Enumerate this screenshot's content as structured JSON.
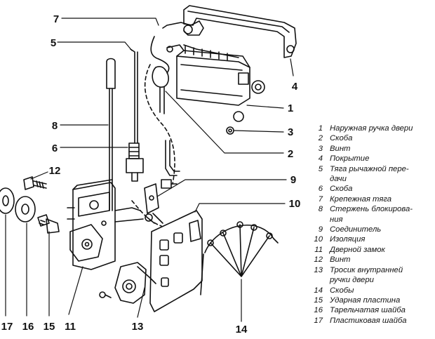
{
  "callouts": [
    "1",
    "2",
    "3",
    "4",
    "5",
    "6",
    "7",
    "8",
    "9",
    "10",
    "11",
    "12",
    "13",
    "14",
    "15",
    "16",
    "17"
  ],
  "legend": [
    {
      "num": "1",
      "lines": [
        "Наружная ручка двери"
      ]
    },
    {
      "num": "2",
      "lines": [
        "Скоба"
      ]
    },
    {
      "num": "3",
      "lines": [
        "Винт"
      ]
    },
    {
      "num": "4",
      "lines": [
        "Покрытие"
      ]
    },
    {
      "num": "5",
      "lines": [
        "Тяга рычажной пере-",
        "дачи"
      ]
    },
    {
      "num": "6",
      "lines": [
        "Скоба"
      ]
    },
    {
      "num": "7",
      "lines": [
        "Крепежная тяга"
      ]
    },
    {
      "num": "8",
      "lines": [
        "Стержень блокирова-",
        "ния"
      ]
    },
    {
      "num": "9",
      "lines": [
        "Соединитель"
      ]
    },
    {
      "num": "10",
      "lines": [
        "Изоляция"
      ]
    },
    {
      "num": "11",
      "lines": [
        "Дверной замок"
      ]
    },
    {
      "num": "12",
      "lines": [
        "Винт"
      ]
    },
    {
      "num": "13",
      "lines": [
        "Тросик внутранней",
        "ручки двери"
      ]
    },
    {
      "num": "14",
      "lines": [
        "Скобы"
      ]
    },
    {
      "num": "15",
      "lines": [
        "Ударная пластина"
      ]
    },
    {
      "num": "16",
      "lines": [
        "Тарельчатая шайба"
      ]
    },
    {
      "num": "17",
      "lines": [
        "Пластиковая шайба"
      ]
    }
  ]
}
